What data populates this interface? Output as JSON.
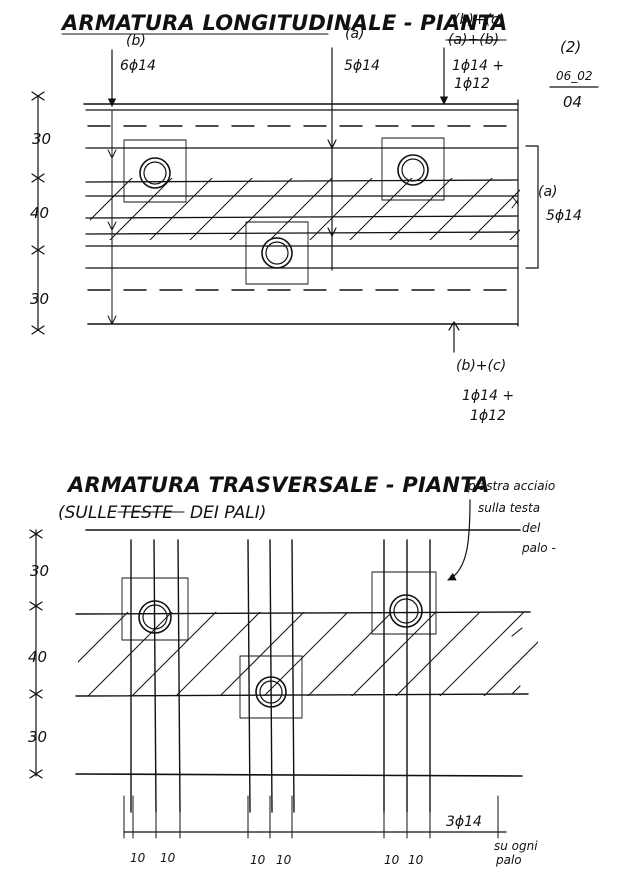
{
  "top": {
    "title": "ARMATURA LONGITUDINALE - PIANTA",
    "labels": {
      "b_tag": "(b)",
      "b_bars": "6ϕ14",
      "a_tag": "(a)",
      "a_bars": "5ϕ14",
      "bc_tag": "(b)+(c)",
      "bc_struck": "(a)+(b)",
      "bc_bar1": "1ϕ14 +",
      "bc_bar2": "1ϕ12",
      "side_a_tag": "(a)",
      "side_a_bars": "5ϕ14",
      "bottom_bc_tag": "(b)+(c)",
      "bottom_bar1": "1ϕ14 +",
      "bottom_bar2": "1ϕ12"
    },
    "dimensions": [
      "30",
      "40",
      "30"
    ]
  },
  "sheet_ref": {
    "number": "(2)",
    "date": "06_02",
    "year": "04"
  },
  "bottom": {
    "title": "ARMATURA TRASVERSALE - PIANTA",
    "subtitle_pre": "(SULLE",
    "subtitle_struck": "TESTE",
    "subtitle_post": "DEI PALI)",
    "note": [
      "piastra acciaio",
      "sulla testa",
      "del",
      "palo -"
    ],
    "dimensions": [
      "30",
      "40",
      "30"
    ],
    "bars": "3ϕ14",
    "bars_note": [
      "su ogni",
      "palo"
    ],
    "spacing": [
      "10",
      "10",
      "10",
      "10",
      "10",
      "10"
    ]
  }
}
